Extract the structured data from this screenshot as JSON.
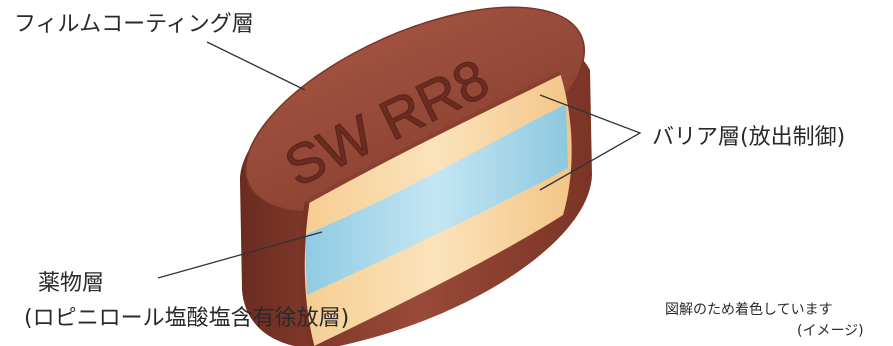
{
  "labels": {
    "film_coating": "フィルムコーティング層",
    "barrier_layer": "バリア層(放出制御)",
    "drug_layer_line1": "薬物層",
    "drug_layer_line2": "(ロピニロール塩酸塩含有徐放層)",
    "note_line1": "図解のため着色しています",
    "note_line2": "(イメージ)"
  },
  "tablet": {
    "imprint": "SW RR8",
    "colors": {
      "coating": "#8e4536",
      "coating_dark": "#6e3024",
      "coating_light": "#a3533f",
      "imprint": "#6a2c21",
      "drug_layer": "#f7d29a",
      "barrier_layer": "#9fd3e8"
    }
  }
}
